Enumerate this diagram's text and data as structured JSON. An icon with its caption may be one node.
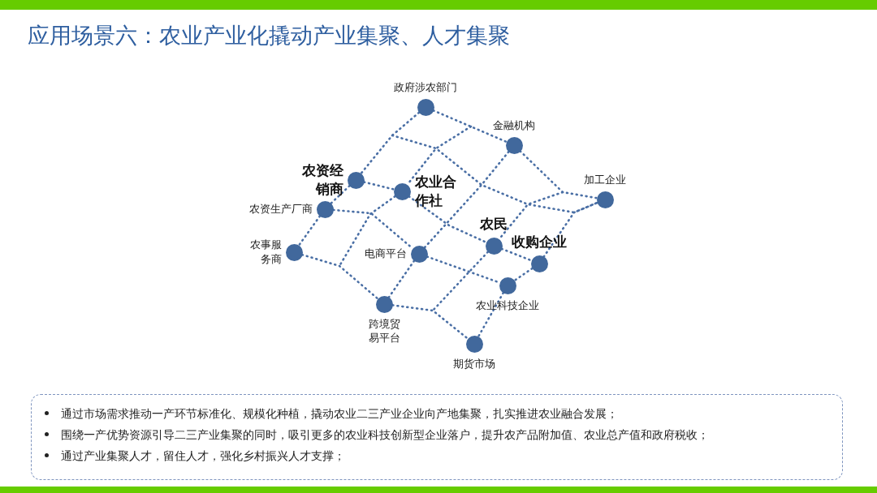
{
  "diagram": {
    "title": "应用场景六：农业产业化撬动产业集聚、人才集聚",
    "nodes": [
      {
        "text": [
          "政府涉农部门"
        ]
      },
      {
        "text": [
          "金融机构"
        ]
      },
      {
        "text": [
          "加工企业"
        ]
      },
      {
        "text": [
          "农资经销商"
        ]
      },
      {
        "text": [
          "农业合作社"
        ]
      },
      {
        "text": [
          "农资生产厂商"
        ]
      },
      {
        "text": [
          "农民"
        ]
      },
      {
        "text": [
          "农事服务商"
        ]
      },
      {
        "text": [
          "电商平台"
        ]
      },
      {
        "text": [
          "收购企业"
        ]
      },
      {
        "text": [
          "农业科技企业"
        ]
      },
      {
        "text": [
          "跨境贸易平台"
        ]
      },
      {
        "text": [
          "期货市场"
        ]
      },
      {
        "text": [
          "通过市场需求推动一产环节标准化、规模化种植，撬动农业二三产业企业向产地集聚，扎实推进农业融合发展；",
          "围绕一产优势资源引导二三产业集聚的同时，吸引更多的农业科技创新型企业落户，提升农产品附加值、农业总产值和政府税收；",
          "通过产业集聚人才，留住人才，强化乡村振兴人才支撑；"
        ]
      }
    ],
    "edges": [
      {
        "from": 0,
        "to": 1,
        "arrow": "none"
      },
      {
        "from": 1,
        "to": 2,
        "arrow": "none"
      },
      {
        "from": null,
        "to": 2,
        "arrow": "none"
      },
      {
        "from": 3,
        "to": 4,
        "arrow": "none"
      },
      {
        "from": 4,
        "to": 6,
        "arrow": "none"
      },
      {
        "from": 6,
        "to": 9,
        "arrow": "none"
      },
      {
        "from": 5,
        "to": 8,
        "arrow": "none"
      },
      {
        "from": 8,
        "to": 10,
        "arrow": "none"
      },
      {
        "from": 7,
        "to": 11,
        "arrow": "none"
      },
      {
        "from": 11,
        "to": 12,
        "arrow": "none"
      },
      {
        "from": 0,
        "to": 3,
        "arrow": "none"
      },
      {
        "from": 3,
        "to": 5,
        "arrow": "none"
      },
      {
        "from": 5,
        "to": 7,
        "arrow": "none"
      },
      {
        "from": null,
        "to": 4,
        "arrow": "none"
      },
      {
        "from": 4,
        "to": null,
        "arrow": "none"
      },
      {
        "from": 1,
        "to": 8,
        "arrow": "none"
      },
      {
        "from": 8,
        "to": 11,
        "arrow": "none"
      },
      {
        "from": null,
        "to": 6,
        "arrow": "none"
      },
      {
        "from": 6,
        "to": null,
        "arrow": "none"
      },
      {
        "from": 2,
        "to": 9,
        "arrow": "none"
      },
      {
        "from": 9,
        "to": 10,
        "arrow": "none"
      },
      {
        "from": 10,
        "to": 12,
        "arrow": "none"
      }
    ]
  }
}
